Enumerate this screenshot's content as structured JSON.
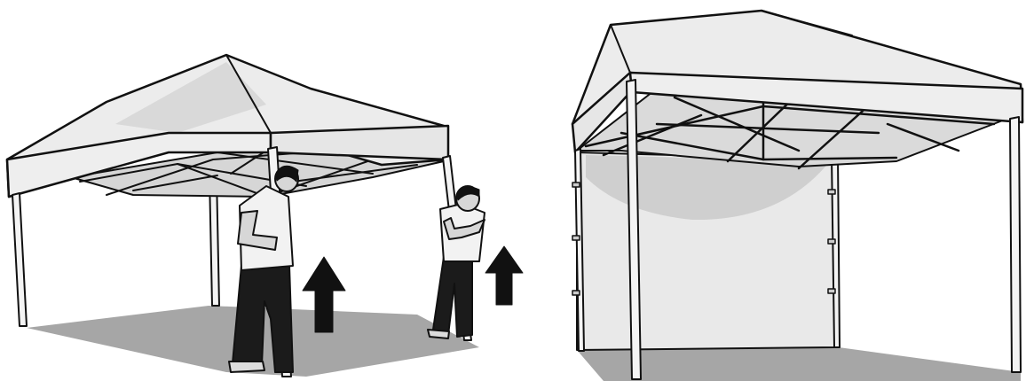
{
  "colors": {
    "background": "#ffffff",
    "canopy": "#ececec",
    "canopy_shadow": "#c9c9c9",
    "frame": "#f4f4f4",
    "outline": "#111111",
    "ground_shadow": "#a6a6a6",
    "arrow": "#111111",
    "pants": "#1b1b1b",
    "shirt": "#f2f2f2",
    "skin": "#d7d7d7",
    "hair": "#111111"
  },
  "panels": [
    {
      "name": "lifting-step",
      "figures": 2,
      "arrows": 2
    },
    {
      "name": "assembled-gazebo",
      "side_wall": true
    }
  ]
}
